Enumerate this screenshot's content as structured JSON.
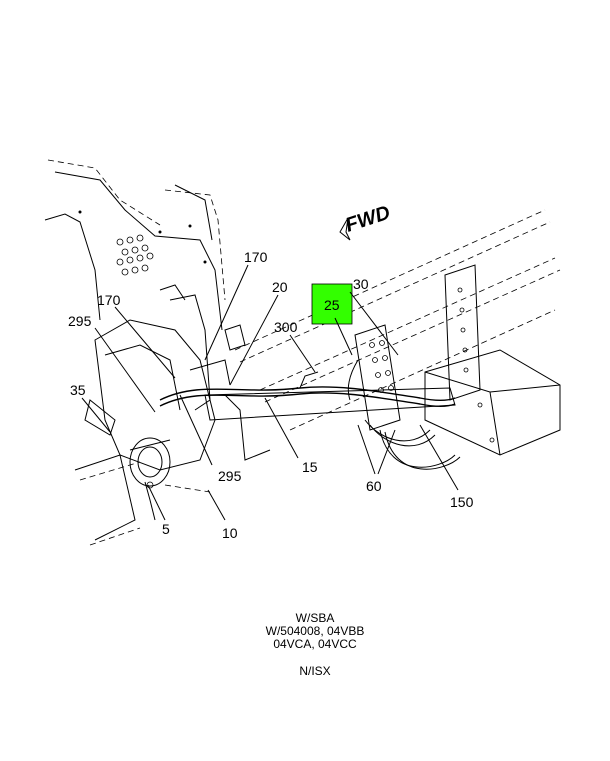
{
  "diagram": {
    "direction_label": "FWD",
    "highlight_color": "#33ff00",
    "callouts": {
      "c170a": "170",
      "c170b": "170",
      "c20": "20",
      "c30": "30",
      "c25": "25",
      "c300": "300",
      "c295a": "295",
      "c295b": "295",
      "c35": "35",
      "c15": "15",
      "c60": "60",
      "c150": "150",
      "c5": "5",
      "c10": "10"
    }
  },
  "notes": {
    "line1": "W/SBA",
    "line2": "W/504008, 04VBB",
    "line3": "04VCA, 04VCC",
    "line4": "N/ISX"
  }
}
